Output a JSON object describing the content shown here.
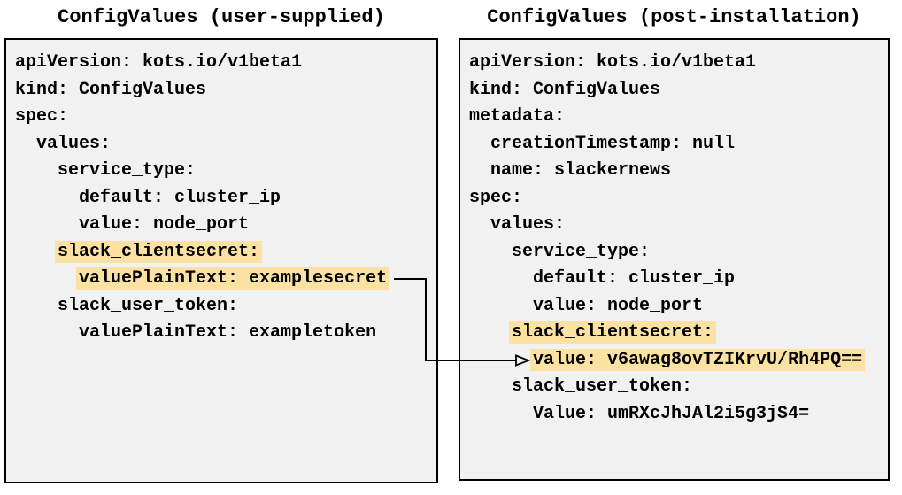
{
  "diagram": {
    "colors": {
      "panel_background": "#f1f1f2",
      "panel_border": "#000000",
      "text": "#000000",
      "highlight": "#fbe2a3",
      "arrow": "#000000"
    },
    "panels": [
      {
        "id": "user-supplied",
        "title": "ConfigValues (user-supplied)",
        "lines": [
          {
            "indent": 0,
            "text": "apiVersion: kots.io/v1beta1",
            "highlight": false
          },
          {
            "indent": 0,
            "text": "kind: ConfigValues",
            "highlight": false
          },
          {
            "indent": 0,
            "text": "spec:",
            "highlight": false
          },
          {
            "indent": 2,
            "text": "values:",
            "highlight": false
          },
          {
            "indent": 4,
            "text": "service_type:",
            "highlight": false
          },
          {
            "indent": 6,
            "text": "default: cluster_ip",
            "highlight": false
          },
          {
            "indent": 6,
            "text": "value: node_port",
            "highlight": false
          },
          {
            "indent": 4,
            "text": "slack_clientsecret:",
            "highlight": true
          },
          {
            "indent": 6,
            "text": "valuePlainText: examplesecret",
            "highlight": true
          },
          {
            "indent": 4,
            "text": "slack_user_token:",
            "highlight": false
          },
          {
            "indent": 6,
            "text": "valuePlainText: exampletoken",
            "highlight": false
          }
        ]
      },
      {
        "id": "post-installation",
        "title": "ConfigValues (post-installation)",
        "lines": [
          {
            "indent": 0,
            "text": "apiVersion: kots.io/v1beta1",
            "highlight": false
          },
          {
            "indent": 0,
            "text": "kind: ConfigValues",
            "highlight": false
          },
          {
            "indent": 0,
            "text": "metadata:",
            "highlight": false
          },
          {
            "indent": 2,
            "text": "creationTimestamp: null",
            "highlight": false
          },
          {
            "indent": 2,
            "text": "name: slackernews",
            "highlight": false
          },
          {
            "indent": 0,
            "text": "spec:",
            "highlight": false
          },
          {
            "indent": 2,
            "text": "values:",
            "highlight": false
          },
          {
            "indent": 4,
            "text": "service_type:",
            "highlight": false
          },
          {
            "indent": 6,
            "text": "default: cluster_ip",
            "highlight": false
          },
          {
            "indent": 6,
            "text": "value: node_port",
            "highlight": false
          },
          {
            "indent": 4,
            "text": "slack_clientsecret:",
            "highlight": true
          },
          {
            "indent": 6,
            "text": "value: v6awag8ovTZIKrvU/Rh4PQ==",
            "highlight": true
          },
          {
            "indent": 4,
            "text": "slack_user_token:",
            "highlight": false
          },
          {
            "indent": 6,
            "text": "Value: umRXcJhJAl2i5g3jS4=",
            "highlight": false
          }
        ]
      }
    ]
  }
}
